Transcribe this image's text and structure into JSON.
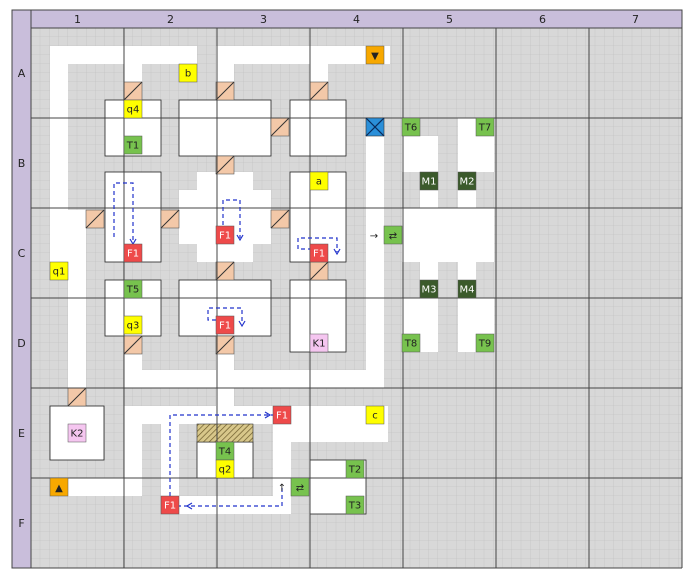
{
  "columns": [
    "1",
    "2",
    "3",
    "4",
    "5",
    "6",
    "7"
  ],
  "rows": [
    "A",
    "B",
    "C",
    "D",
    "E",
    "F"
  ],
  "colors": {
    "header_bg": "#c9bedb",
    "floor_bg": "#d8d8d8",
    "corridor": "#ffffff",
    "fine_grid": "#bcbcbc",
    "major_grid": "#444444",
    "marker_yellow": "#ffff00",
    "marker_green": "#77c24e",
    "marker_dark_green": "#3b5a2b",
    "marker_red": "#ee4a4a",
    "marker_pink": "#f5c6f0",
    "marker_orange": "#f7a800",
    "marker_blue": "#2a8fd9",
    "door": "#f3c8a8",
    "path_blue": "#2233cc"
  },
  "markers": [
    {
      "id": "b",
      "type": "yellow"
    },
    {
      "id": "q4",
      "type": "yellow"
    },
    {
      "id": "T1",
      "type": "green"
    },
    {
      "id": "T6",
      "type": "green"
    },
    {
      "id": "T7",
      "type": "green"
    },
    {
      "id": "M1",
      "type": "dark"
    },
    {
      "id": "M2",
      "type": "dark"
    },
    {
      "id": "a",
      "type": "yellow"
    },
    {
      "id": "F1",
      "type": "red"
    },
    {
      "id": "F1",
      "type": "red"
    },
    {
      "id": "F1",
      "type": "red"
    },
    {
      "id": "q1",
      "type": "yellow"
    },
    {
      "id": "T5",
      "type": "green"
    },
    {
      "id": "q3",
      "type": "yellow"
    },
    {
      "id": "F1",
      "type": "red"
    },
    {
      "id": "M3",
      "type": "dark"
    },
    {
      "id": "M4",
      "type": "dark"
    },
    {
      "id": "K1",
      "type": "pink"
    },
    {
      "id": "T8",
      "type": "green"
    },
    {
      "id": "T9",
      "type": "green"
    },
    {
      "id": "F1",
      "type": "red"
    },
    {
      "id": "c",
      "type": "yellow"
    },
    {
      "id": "K2",
      "type": "pink"
    },
    {
      "id": "T4",
      "type": "green"
    },
    {
      "id": "q2",
      "type": "yellow"
    },
    {
      "id": "T2",
      "type": "green"
    },
    {
      "id": "F1",
      "type": "red"
    },
    {
      "id": "T3",
      "type": "green"
    }
  ],
  "symbols": {
    "stairs_down": "▼",
    "stairs_up": "▲",
    "teleport": "⇄",
    "arrow_right": "→",
    "arrow_left": "←",
    "arrow_up": "↑",
    "arrow_down": "↓"
  }
}
